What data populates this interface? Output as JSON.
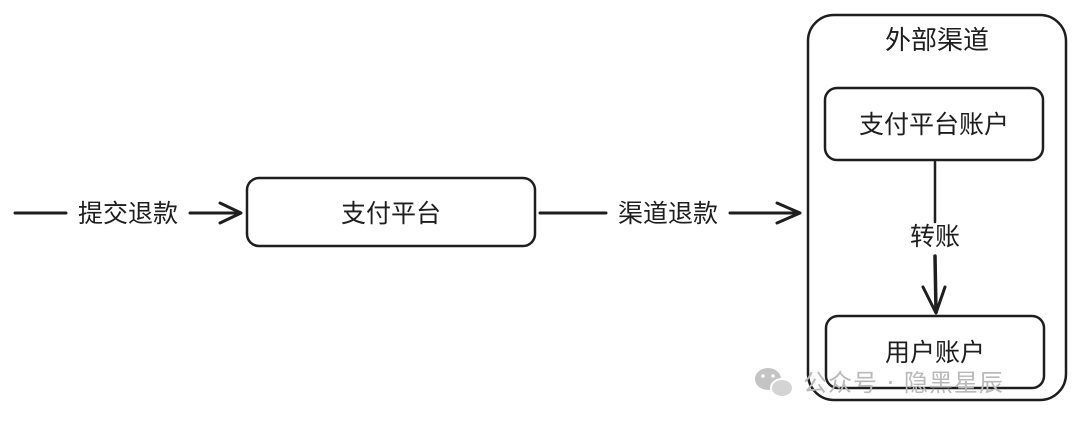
{
  "diagram": {
    "external_channel": {
      "title": "外部渠道",
      "platform_account": "支付平台账户",
      "user_account": "用户账户",
      "transfer_label": "转账"
    },
    "payment_platform": "支付平台",
    "edges": {
      "submit_refund": "提交退款",
      "channel_refund": "渠道退款"
    }
  },
  "watermark": {
    "icon": "wechat-icon",
    "text": "公众号 · 隐黑星辰"
  },
  "colors": {
    "stroke": "#1e1e1e",
    "background": "#ffffff",
    "watermark": "#b9b9b9"
  }
}
